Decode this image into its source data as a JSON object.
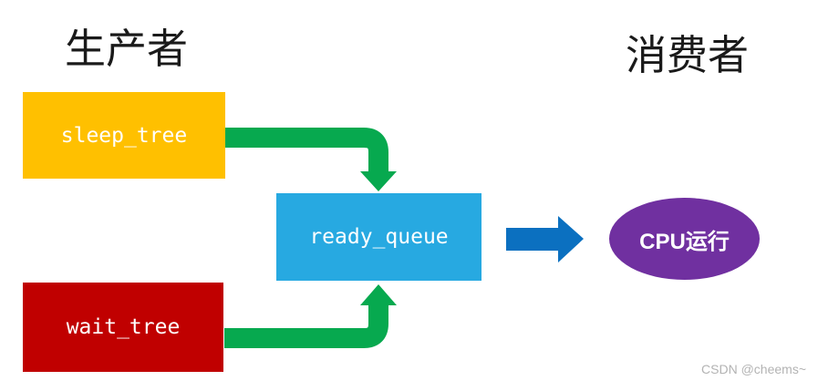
{
  "diagram": {
    "titles": {
      "producer": "生产者",
      "consumer": "消费者"
    },
    "nodes": {
      "sleep_tree": {
        "label": "sleep_tree",
        "color": "#FFC000",
        "shape": "rect"
      },
      "wait_tree": {
        "label": "wait_tree",
        "color": "#C00000",
        "shape": "rect"
      },
      "ready_queue": {
        "label": "ready_queue",
        "color": "#27A9E1",
        "shape": "rect"
      },
      "cpu": {
        "label": "CPU运行",
        "color": "#7030A0",
        "shape": "ellipse"
      }
    },
    "arrows": {
      "sleep_to_ready": {
        "from": "sleep_tree",
        "to": "ready_queue",
        "color": "#07A94F"
      },
      "wait_to_ready": {
        "from": "wait_tree",
        "to": "ready_queue",
        "color": "#07A94F"
      },
      "ready_to_cpu": {
        "from": "ready_queue",
        "to": "cpu",
        "color": "#0B70C0"
      }
    },
    "watermark": "CSDN @cheems~"
  }
}
